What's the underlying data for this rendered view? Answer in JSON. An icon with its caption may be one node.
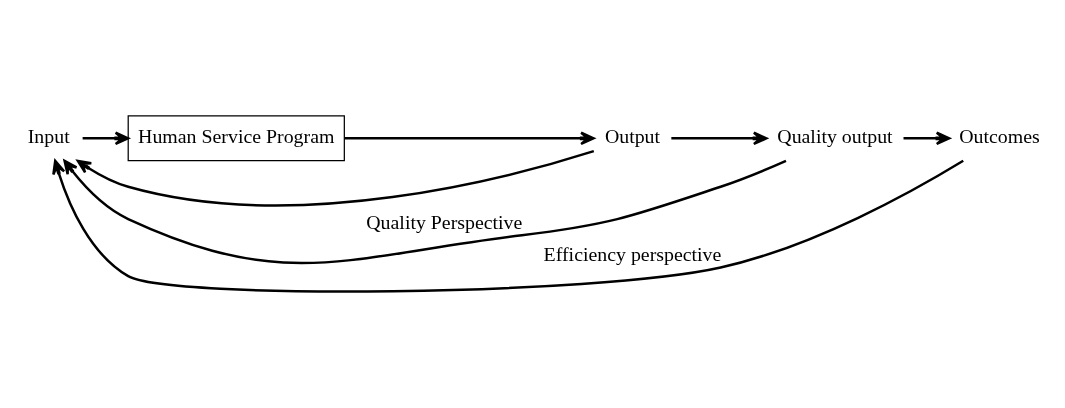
{
  "diagram": {
    "nodes": [
      {
        "text": [
          "Input"
        ]
      },
      {
        "text": [
          "Human Service Program"
        ]
      },
      {
        "text": [
          "Output"
        ]
      },
      {
        "text": [
          "Quality output"
        ]
      },
      {
        "text": [
          "Outcomes"
        ]
      }
    ],
    "edges": [
      {
        "from": 0,
        "to": 1,
        "arrow": "to"
      },
      {
        "from": 1,
        "to": 2,
        "arrow": "to"
      },
      {
        "from": 2,
        "to": 3,
        "arrow": "to"
      },
      {
        "from": 3,
        "to": 4,
        "arrow": "to"
      },
      {
        "from": 4,
        "to": 0,
        "arrow": "to",
        "label": "Efficiency perspective"
      },
      {
        "from": 2,
        "to": 0,
        "arrow": "to"
      },
      {
        "from": 3,
        "to": 0,
        "arrow": "to",
        "label": "Quality Perspective"
      }
    ]
  }
}
